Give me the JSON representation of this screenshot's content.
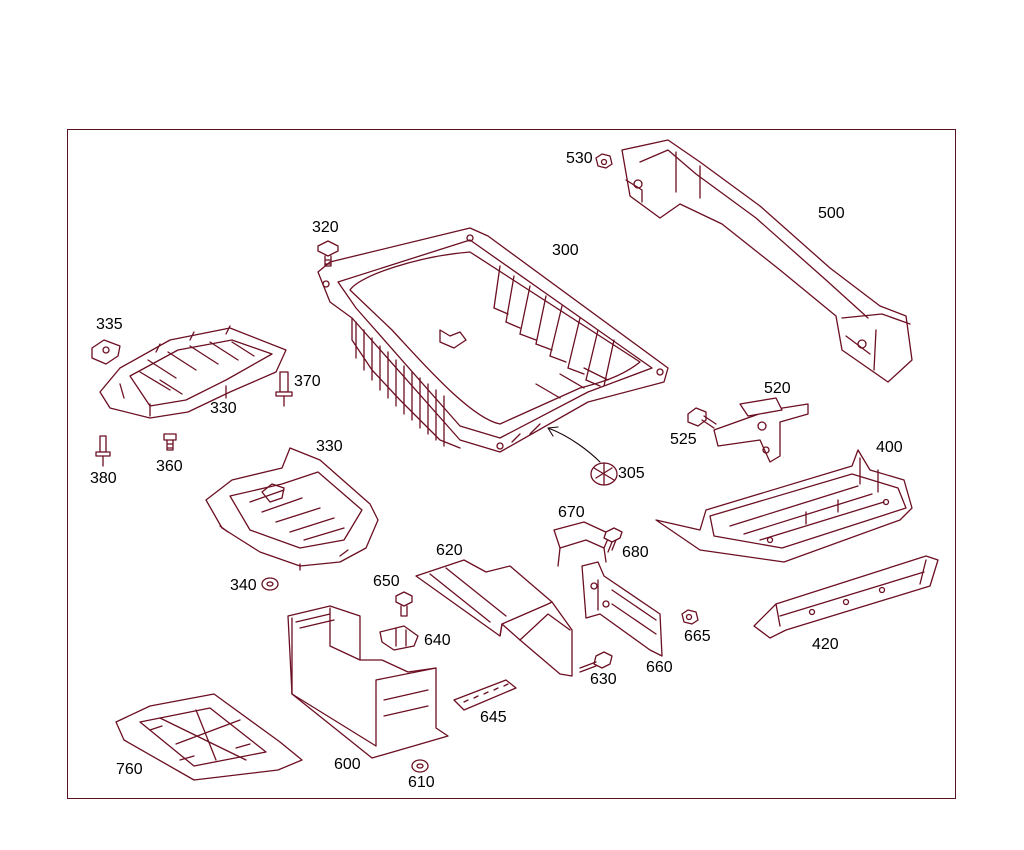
{
  "callouts": {
    "c300": "300",
    "c305": "305",
    "c320": "320",
    "c330a": "330",
    "c330b": "330",
    "c335": "335",
    "c340": "340",
    "c360": "360",
    "c370": "370",
    "c380": "380",
    "c400": "400",
    "c420": "420",
    "c500": "500",
    "c520": "520",
    "c525": "525",
    "c530": "530",
    "c600": "600",
    "c610": "610",
    "c620": "620",
    "c630": "630",
    "c640": "640",
    "c645": "645",
    "c650": "650",
    "c660": "660",
    "c665": "665",
    "c670": "670",
    "c680": "680",
    "c760": "760"
  },
  "colors": {
    "line": "#6b0f22",
    "frame": "#5a1020",
    "text": "#000000"
  }
}
